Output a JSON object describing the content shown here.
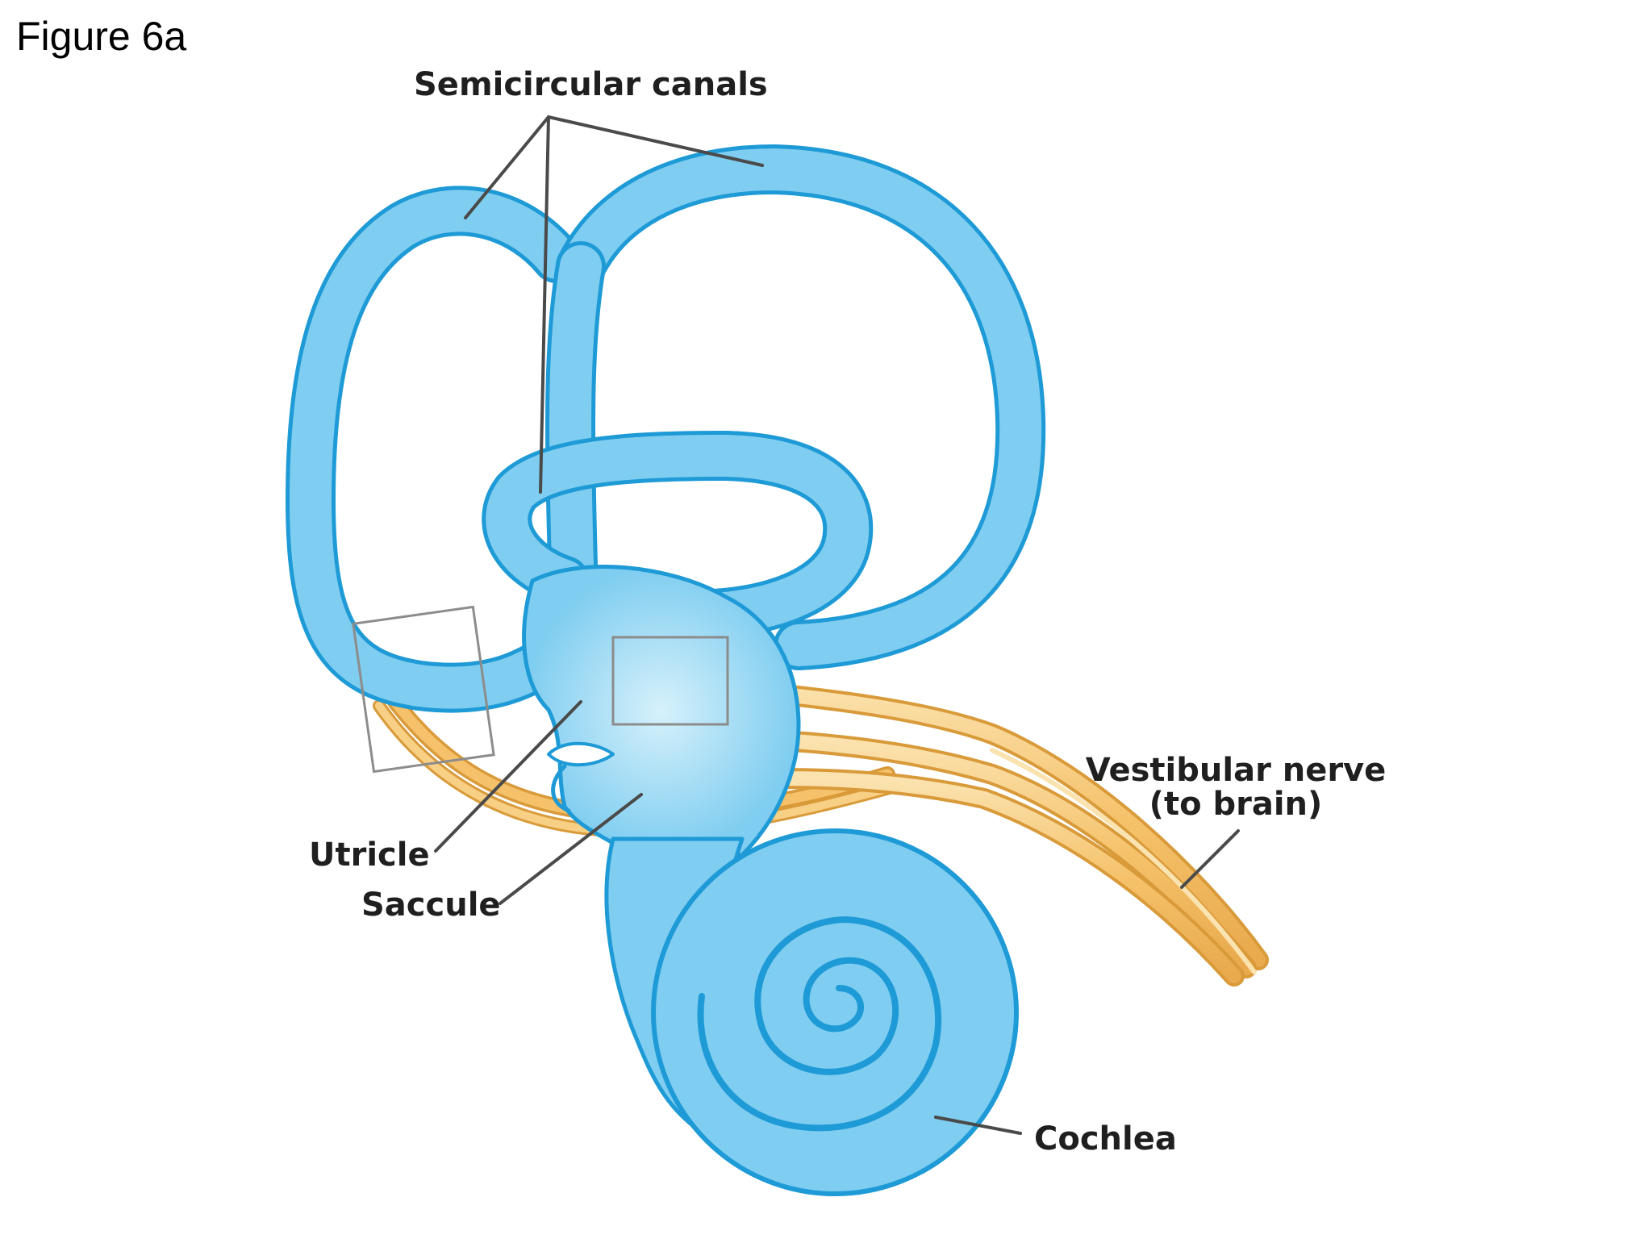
{
  "figure": {
    "label": "Figure 6a"
  },
  "labels": {
    "semicircular_canals": "Semicircular canals",
    "vestibular_nerve_line1": "Vestibular nerve",
    "vestibular_nerve_line2": "(to brain)",
    "utricle": "Utricle",
    "saccule": "Saccule",
    "cochlea": "Cochlea"
  },
  "colors": {
    "labyrinth_fill": "#7fcdf0",
    "labyrinth_outline": "#1e9ad6",
    "nerve_fill": "#f5c26b",
    "nerve_outline": "#d99a3a",
    "leader_line": "#4a4a4a",
    "inset_box": "#8c8c8c"
  }
}
